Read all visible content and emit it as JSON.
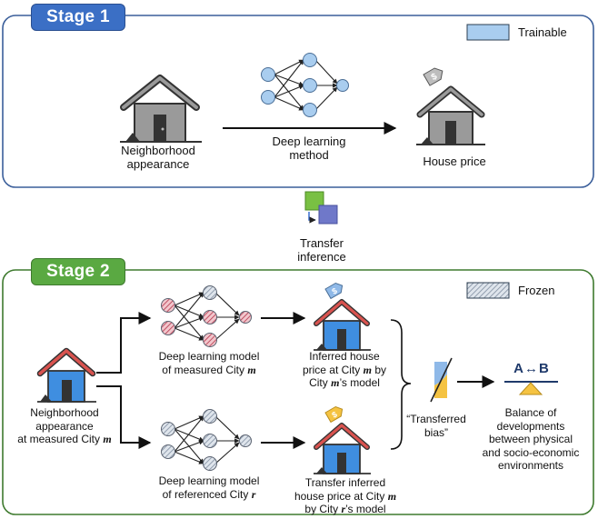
{
  "colors": {
    "stage1_accent": "#3b6fc5",
    "stage2_accent": "#5aa942",
    "trainable_node": "#a9cdef",
    "frozen_node": "#c4ccd6",
    "measured_node": "#d26a7a",
    "house_roof": "#d9534f",
    "house_body": "#3f8ee0",
    "price_tag": "#f5c342"
  },
  "stage1": {
    "title": "Stage 1",
    "legend": {
      "label": "Trainable",
      "swatch": "trainable-swatch"
    },
    "input": {
      "line1": "Neighborhood",
      "line2": "appearance",
      "icon": "house-icon"
    },
    "method": {
      "line1": "Deep learning",
      "line2": "method",
      "icon": "neural-network-icon"
    },
    "output": {
      "label": "House price",
      "icon": "priced-house-icon"
    }
  },
  "transfer": {
    "line1": "Transfer",
    "line2": "inference",
    "icon": "transfer-icon"
  },
  "stage2": {
    "title": "Stage 2",
    "legend": {
      "label": "Frozen",
      "swatch": "frozen-swatch"
    },
    "input": {
      "line1": "Neighborhood",
      "line2": "appearance",
      "line3": "at measured City",
      "var": "m",
      "icon": "house-icon"
    },
    "top_model": {
      "line1": "Deep learning model",
      "line2": "of measured City",
      "var": "m"
    },
    "bottom_model": {
      "line1": "Deep learning model",
      "line2": "of referenced City",
      "var": "r"
    },
    "top_output": {
      "line1": "Inferred house",
      "line2": "price at City",
      "line2_var": "m",
      "line2_end": "by",
      "line3": "City",
      "line3_var": "m",
      "line3_end": "’s model"
    },
    "bottom_output": {
      "line1": "Transfer inferred",
      "line2": "house price at City",
      "line2_var": "m",
      "line3": "by City",
      "line3_var": "r",
      "line3_end": "’s model"
    },
    "bias": {
      "line1": "“Transferred",
      "line2": "bias”",
      "icon": "bias-slash-icon"
    },
    "balance": {
      "symbol_a": "A",
      "symbol_arrow": "↔",
      "symbol_b": "B",
      "line1": "Balance of",
      "line2": "developments",
      "line3": "between physical",
      "line4": "and socio-economic",
      "line5": "environments",
      "icon": "balance-icon"
    }
  }
}
